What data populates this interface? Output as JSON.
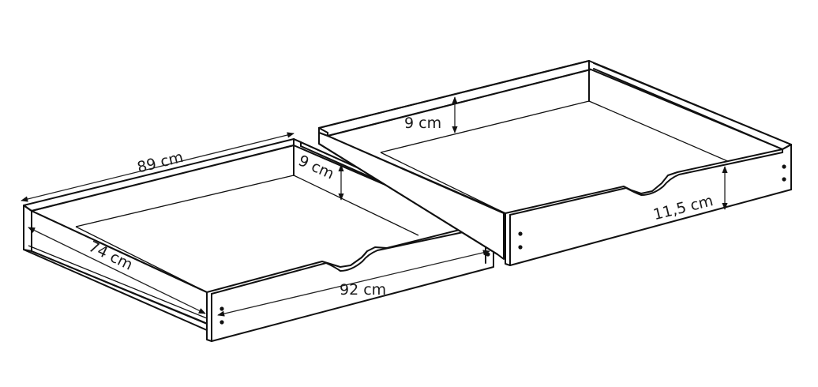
{
  "drawer_left": {
    "dim_length": "89 cm",
    "dim_width": "74 cm",
    "dim_height": "9 cm",
    "dim_front": "92 cm"
  },
  "drawer_right": {
    "dim_height": "9 cm",
    "dim_front_height": "11,5 cm"
  },
  "colors": {
    "line": "#111111",
    "background": "#ffffff"
  }
}
